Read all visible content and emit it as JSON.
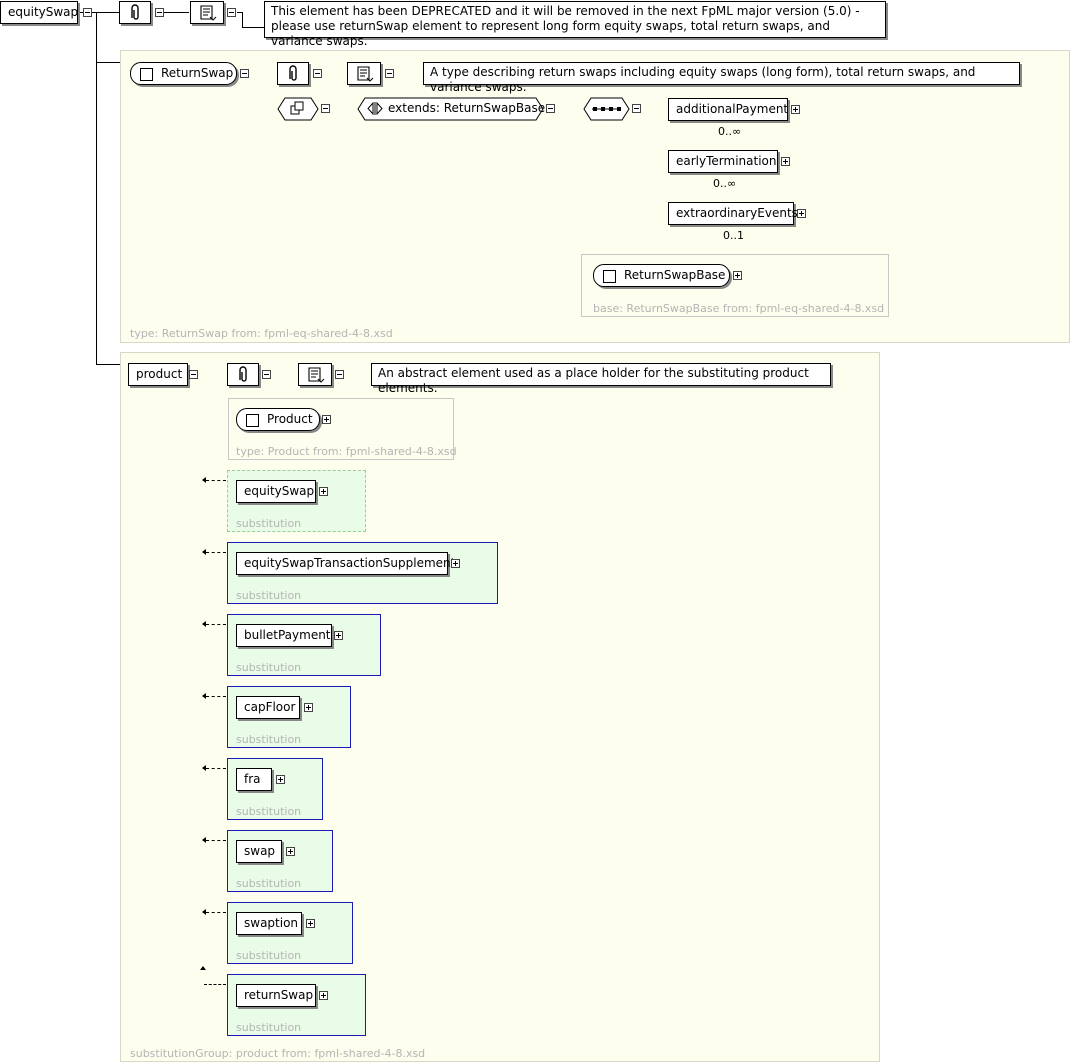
{
  "root": {
    "name": "equitySwap"
  },
  "root_doc": "This element has been DEPRECATED and it will be removed in the next FpML major version (5.0) - please use returnSwap element to represent long form equity swaps, total return swaps, and variance swaps.",
  "returnSwap": {
    "name": "ReturnSwap",
    "doc": "A type describing return swaps including equity swaps (long form), total return swaps, and variance swaps.",
    "extends": "extends: ReturnSwapBase",
    "children": [
      {
        "name": "additionalPayment",
        "card": "0..∞"
      },
      {
        "name": "earlyTermination",
        "card": "0..∞"
      },
      {
        "name": "extraordinaryEvents",
        "card": "0..1"
      }
    ],
    "base": {
      "name": "ReturnSwapBase",
      "footer": "base: ReturnSwapBase from: fpml-eq-shared-4-8.xsd"
    },
    "footer": "type: ReturnSwap from: fpml-eq-shared-4-8.xsd"
  },
  "product": {
    "name": "product",
    "doc": "An abstract element used as a place holder for the substituting product elements.",
    "type": {
      "name": "Product",
      "footer": "type: Product from: fpml-shared-4-8.xsd"
    },
    "substitutions": [
      {
        "name": "equitySwap",
        "label": "substitution"
      },
      {
        "name": "equitySwapTransactionSupplement",
        "label": "substitution"
      },
      {
        "name": "bulletPayment",
        "label": "substitution"
      },
      {
        "name": "capFloor",
        "label": "substitution"
      },
      {
        "name": "fra",
        "label": "substitution"
      },
      {
        "name": "swap",
        "label": "substitution"
      },
      {
        "name": "swaption",
        "label": "substitution"
      },
      {
        "name": "returnSwap",
        "label": "substitution"
      }
    ],
    "footer": "substitutionGroup: product from: fpml-shared-4-8.xsd"
  },
  "icons": [
    "annotation-icon",
    "documentation-icon",
    "sequence-icon",
    "complex-type-icon",
    "extension-icon",
    "collapse-icon",
    "expand-icon"
  ]
}
